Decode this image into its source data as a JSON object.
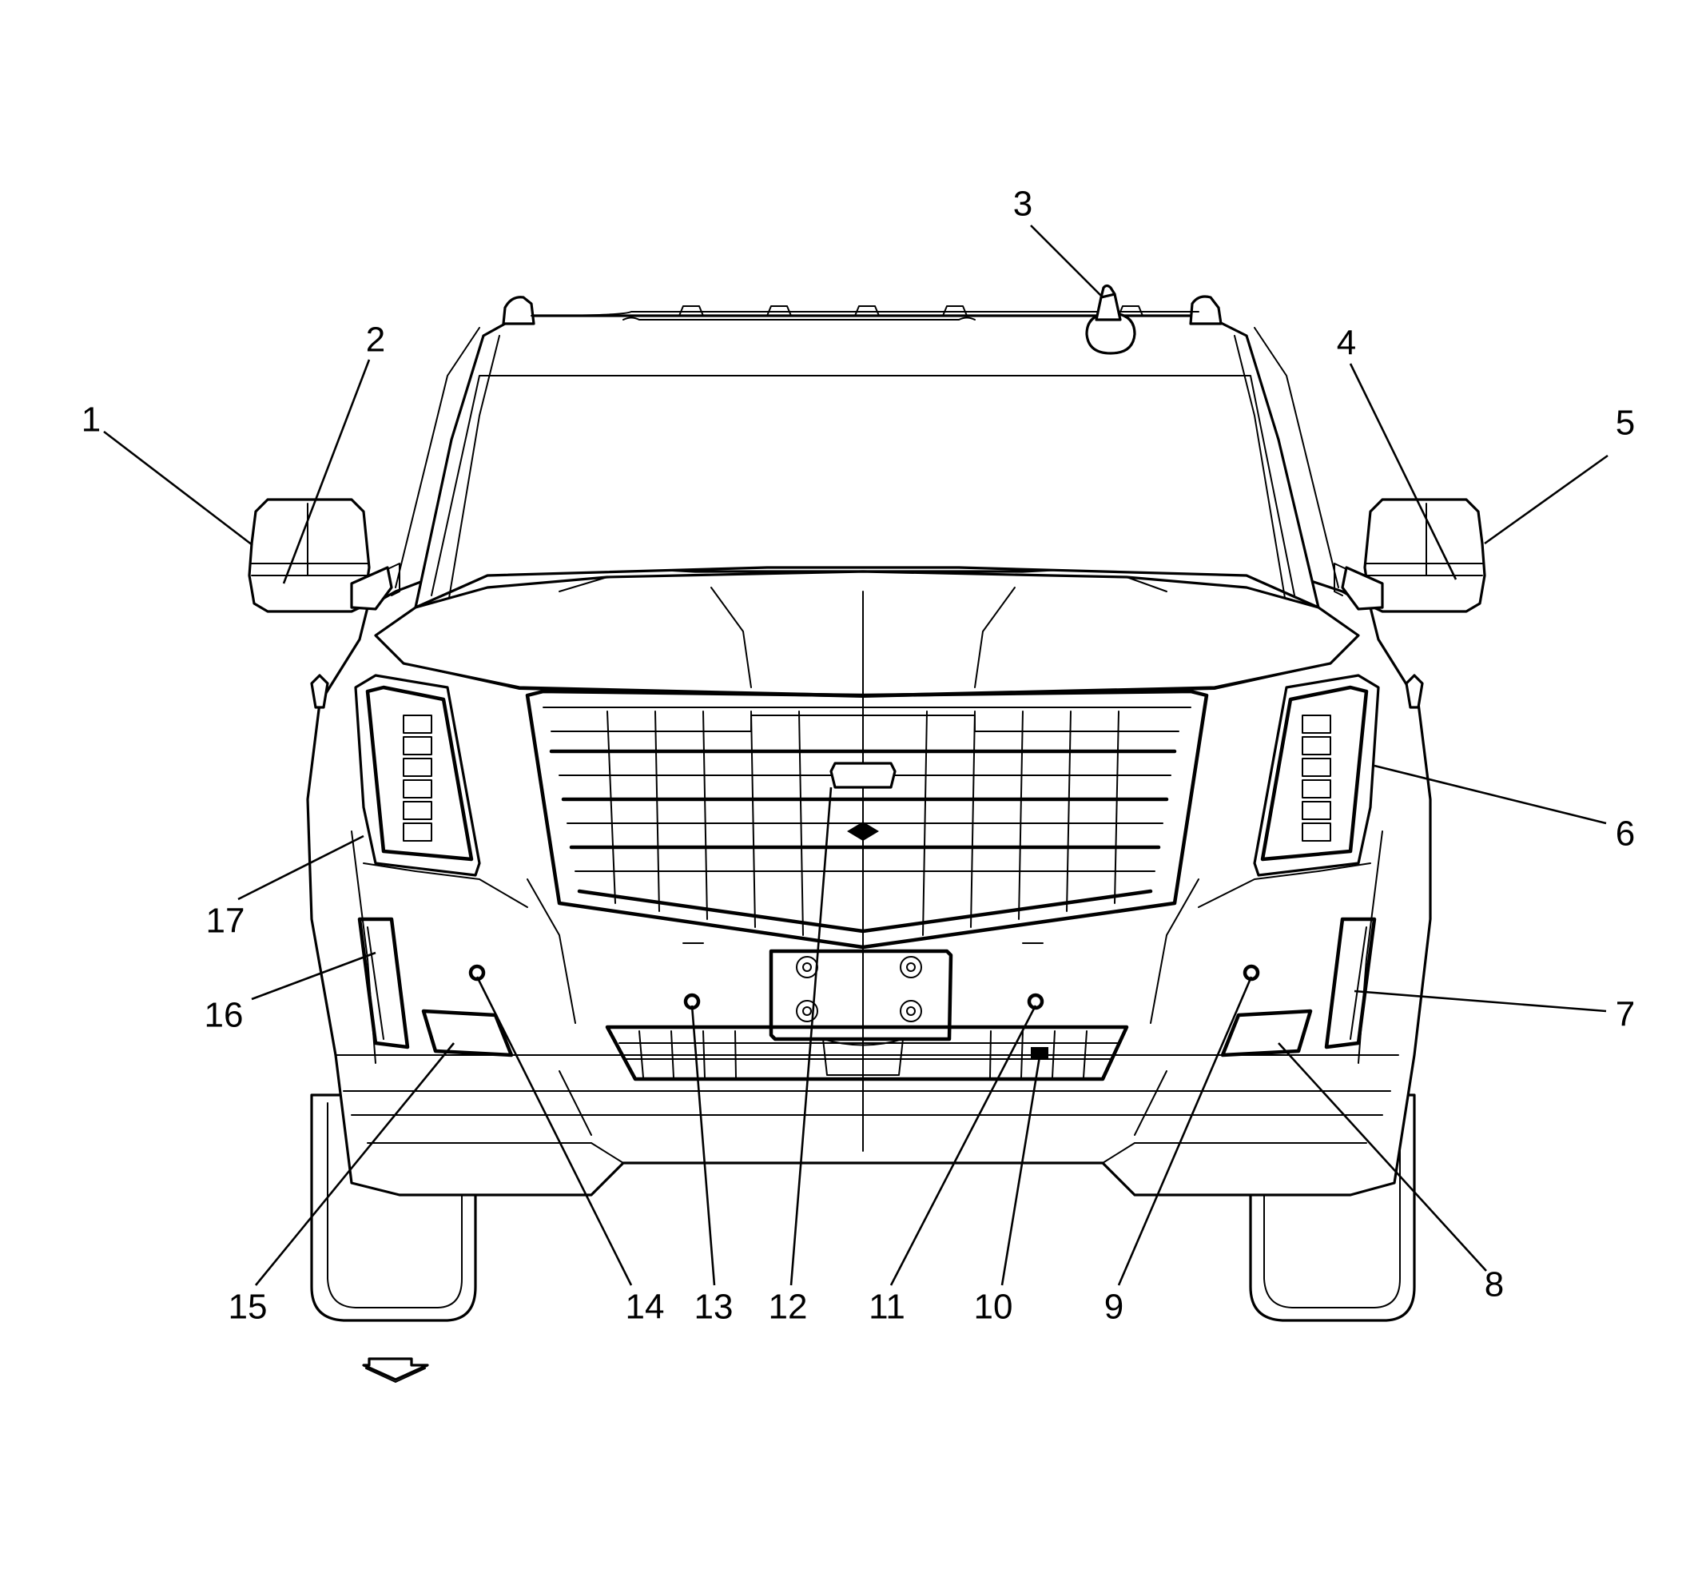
{
  "diagram": {
    "callouts": [
      {
        "id": "1",
        "label": "1"
      },
      {
        "id": "2",
        "label": "2"
      },
      {
        "id": "3",
        "label": "3"
      },
      {
        "id": "4",
        "label": "4"
      },
      {
        "id": "5",
        "label": "5"
      },
      {
        "id": "6",
        "label": "6"
      },
      {
        "id": "7",
        "label": "7"
      },
      {
        "id": "8",
        "label": "8"
      },
      {
        "id": "9",
        "label": "9"
      },
      {
        "id": "10",
        "label": "10"
      },
      {
        "id": "11",
        "label": "11"
      },
      {
        "id": "12",
        "label": "12"
      },
      {
        "id": "13",
        "label": "13"
      },
      {
        "id": "14",
        "label": "14"
      },
      {
        "id": "15",
        "label": "15"
      },
      {
        "id": "16",
        "label": "16"
      },
      {
        "id": "17",
        "label": "17"
      }
    ],
    "front_arrow_icon": "arrow-down-icon",
    "colors": {
      "line": "#000000",
      "background": "#ffffff"
    }
  }
}
